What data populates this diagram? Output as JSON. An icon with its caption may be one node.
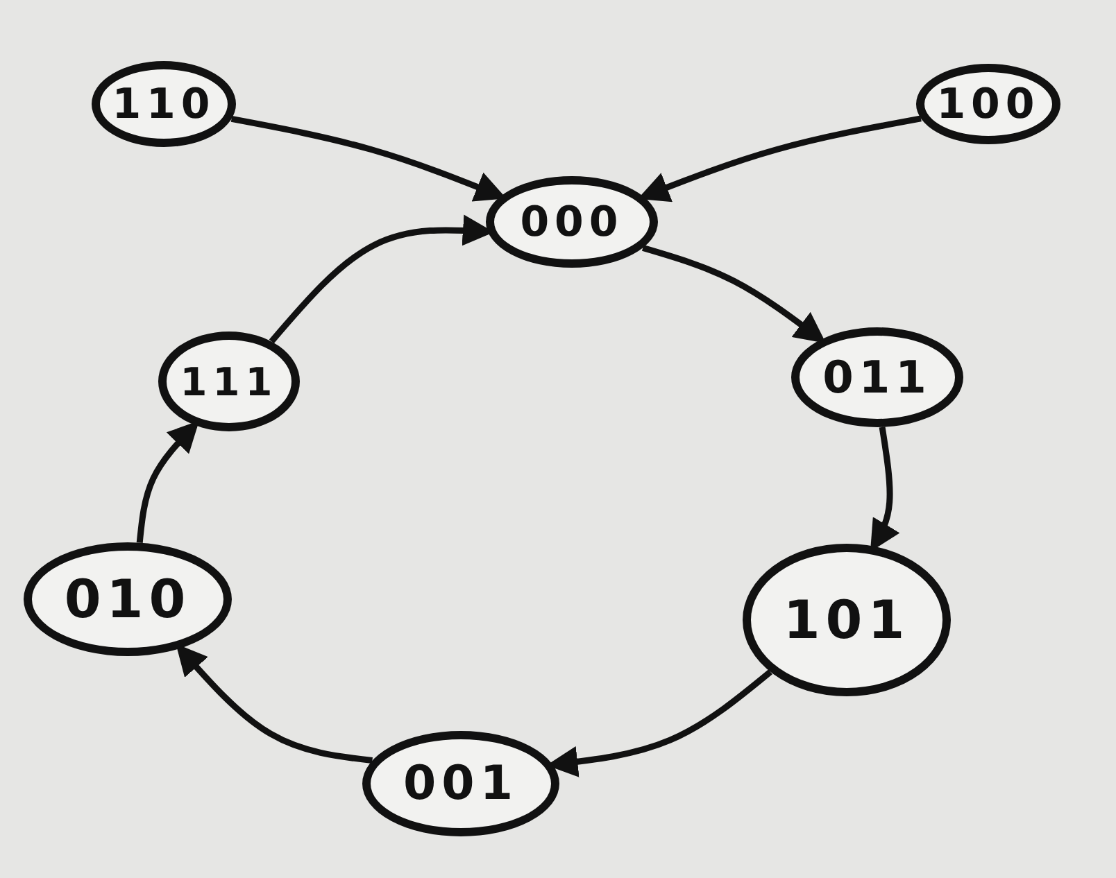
{
  "diagram": {
    "nodes": [
      {
        "text": [
          "110"
        ]
      },
      {
        "text": [
          "100"
        ]
      },
      {
        "text": [
          "000"
        ]
      },
      {
        "text": [
          "011"
        ]
      },
      {
        "text": [
          "111"
        ]
      },
      {
        "text": [
          "010"
        ]
      },
      {
        "text": [
          "101"
        ]
      },
      {
        "text": [
          "001"
        ]
      }
    ],
    "edges": [
      {
        "from": 0,
        "to": 2,
        "arrow": "to"
      },
      {
        "from": 1,
        "to": 2,
        "arrow": "to"
      },
      {
        "from": 2,
        "to": 3,
        "arrow": "to"
      },
      {
        "from": 3,
        "to": 6,
        "arrow": "to"
      },
      {
        "from": 6,
        "to": 7,
        "arrow": "to"
      },
      {
        "from": 7,
        "to": 5,
        "arrow": "to"
      },
      {
        "from": 5,
        "to": 4,
        "arrow": "to"
      },
      {
        "from": 4,
        "to": 2,
        "arrow": "to"
      }
    ]
  }
}
